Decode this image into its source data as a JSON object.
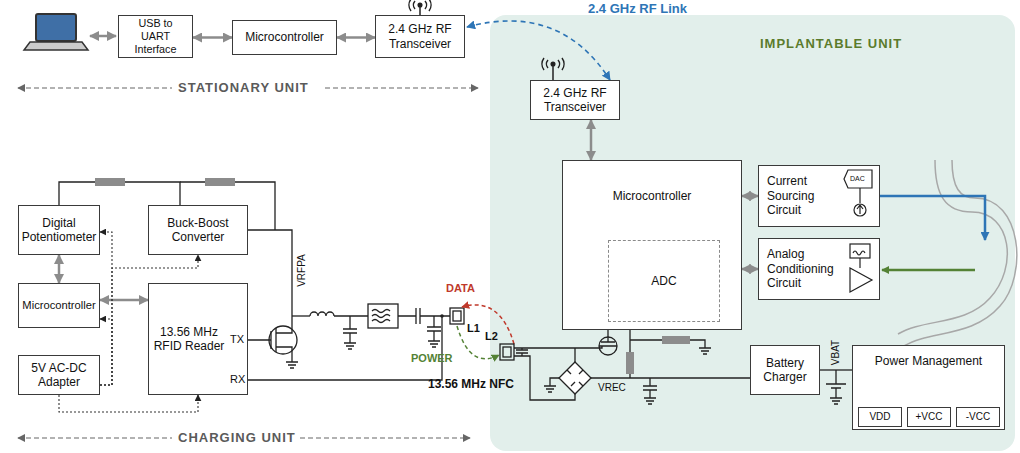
{
  "diagram": {
    "nodes": [
      {
        "text": [
          "USB to UART Interface"
        ]
      },
      {
        "text": [
          "Microcontroller"
        ]
      },
      {
        "text": [
          "2.4 GHz RF Transceiver"
        ]
      },
      {
        "text": [
          "IMPLANTABLE UNIT"
        ]
      },
      {
        "text": [
          "2.4 GHz RF Transceiver"
        ],
        "in": 3
      },
      {
        "text": [
          "Microcontroller"
        ],
        "in": 3
      },
      {
        "text": [
          "ADC"
        ],
        "in": 5
      },
      {
        "text": [
          "Current Sourcing Circuit"
        ],
        "in": 3
      },
      {
        "text": [
          "Analog Conditioning Circuit"
        ],
        "in": 3
      },
      {
        "text": [
          "Battery Charger"
        ],
        "in": 3
      },
      {
        "text": [
          "Power Management"
        ],
        "in": 3
      },
      {
        "text": [
          "VDD"
        ],
        "in": 10
      },
      {
        "text": [
          "+VCC"
        ],
        "in": 10
      },
      {
        "text": [
          "-VCC"
        ],
        "in": 10
      },
      {
        "text": [
          "Digital Potentiometer"
        ]
      },
      {
        "text": [
          "Buck-Boost Converter"
        ]
      },
      {
        "text": [
          "Microcontroller"
        ]
      },
      {
        "text": [
          "13.56 MHz RFID Reader"
        ]
      },
      {
        "text": [
          "5V AC-DC Adapter"
        ]
      }
    ],
    "edges": [
      {
        "from": 0,
        "to": 1,
        "arrow": "both"
      },
      {
        "from": 1,
        "to": 2,
        "arrow": "both"
      },
      {
        "from": 2,
        "to": 4,
        "arrow": "both"
      },
      {
        "from": 4,
        "to": 5,
        "arrow": "both"
      },
      {
        "from": 5,
        "to": 7,
        "arrow": "both"
      },
      {
        "from": 5,
        "to": 8,
        "arrow": "both"
      },
      {
        "from": 9,
        "to": 10,
        "arrow": "none"
      },
      {
        "from": 14,
        "to": 16,
        "arrow": "both"
      },
      {
        "from": 16,
        "to": 17,
        "arrow": "both"
      },
      {
        "from": 18,
        "to": 14,
        "arrow": "to"
      },
      {
        "from": 18,
        "to": 16,
        "arrow": "to"
      },
      {
        "from": 18,
        "to": 17,
        "arrow": "to"
      },
      {
        "from": 18,
        "to": 15,
        "arrow": "to"
      },
      {
        "from": 14,
        "to": 15,
        "arrow": "none"
      }
    ],
    "labels": [
      "2.4 GHz RF Link",
      "STATIONARY UNIT",
      "VRFPA",
      "TX",
      "RX",
      "DATA",
      "POWER",
      "L1",
      "L2",
      "13.56 MHz NFC",
      "VREC",
      "VBAT",
      "CHARGING UNIT",
      "DAC"
    ]
  }
}
